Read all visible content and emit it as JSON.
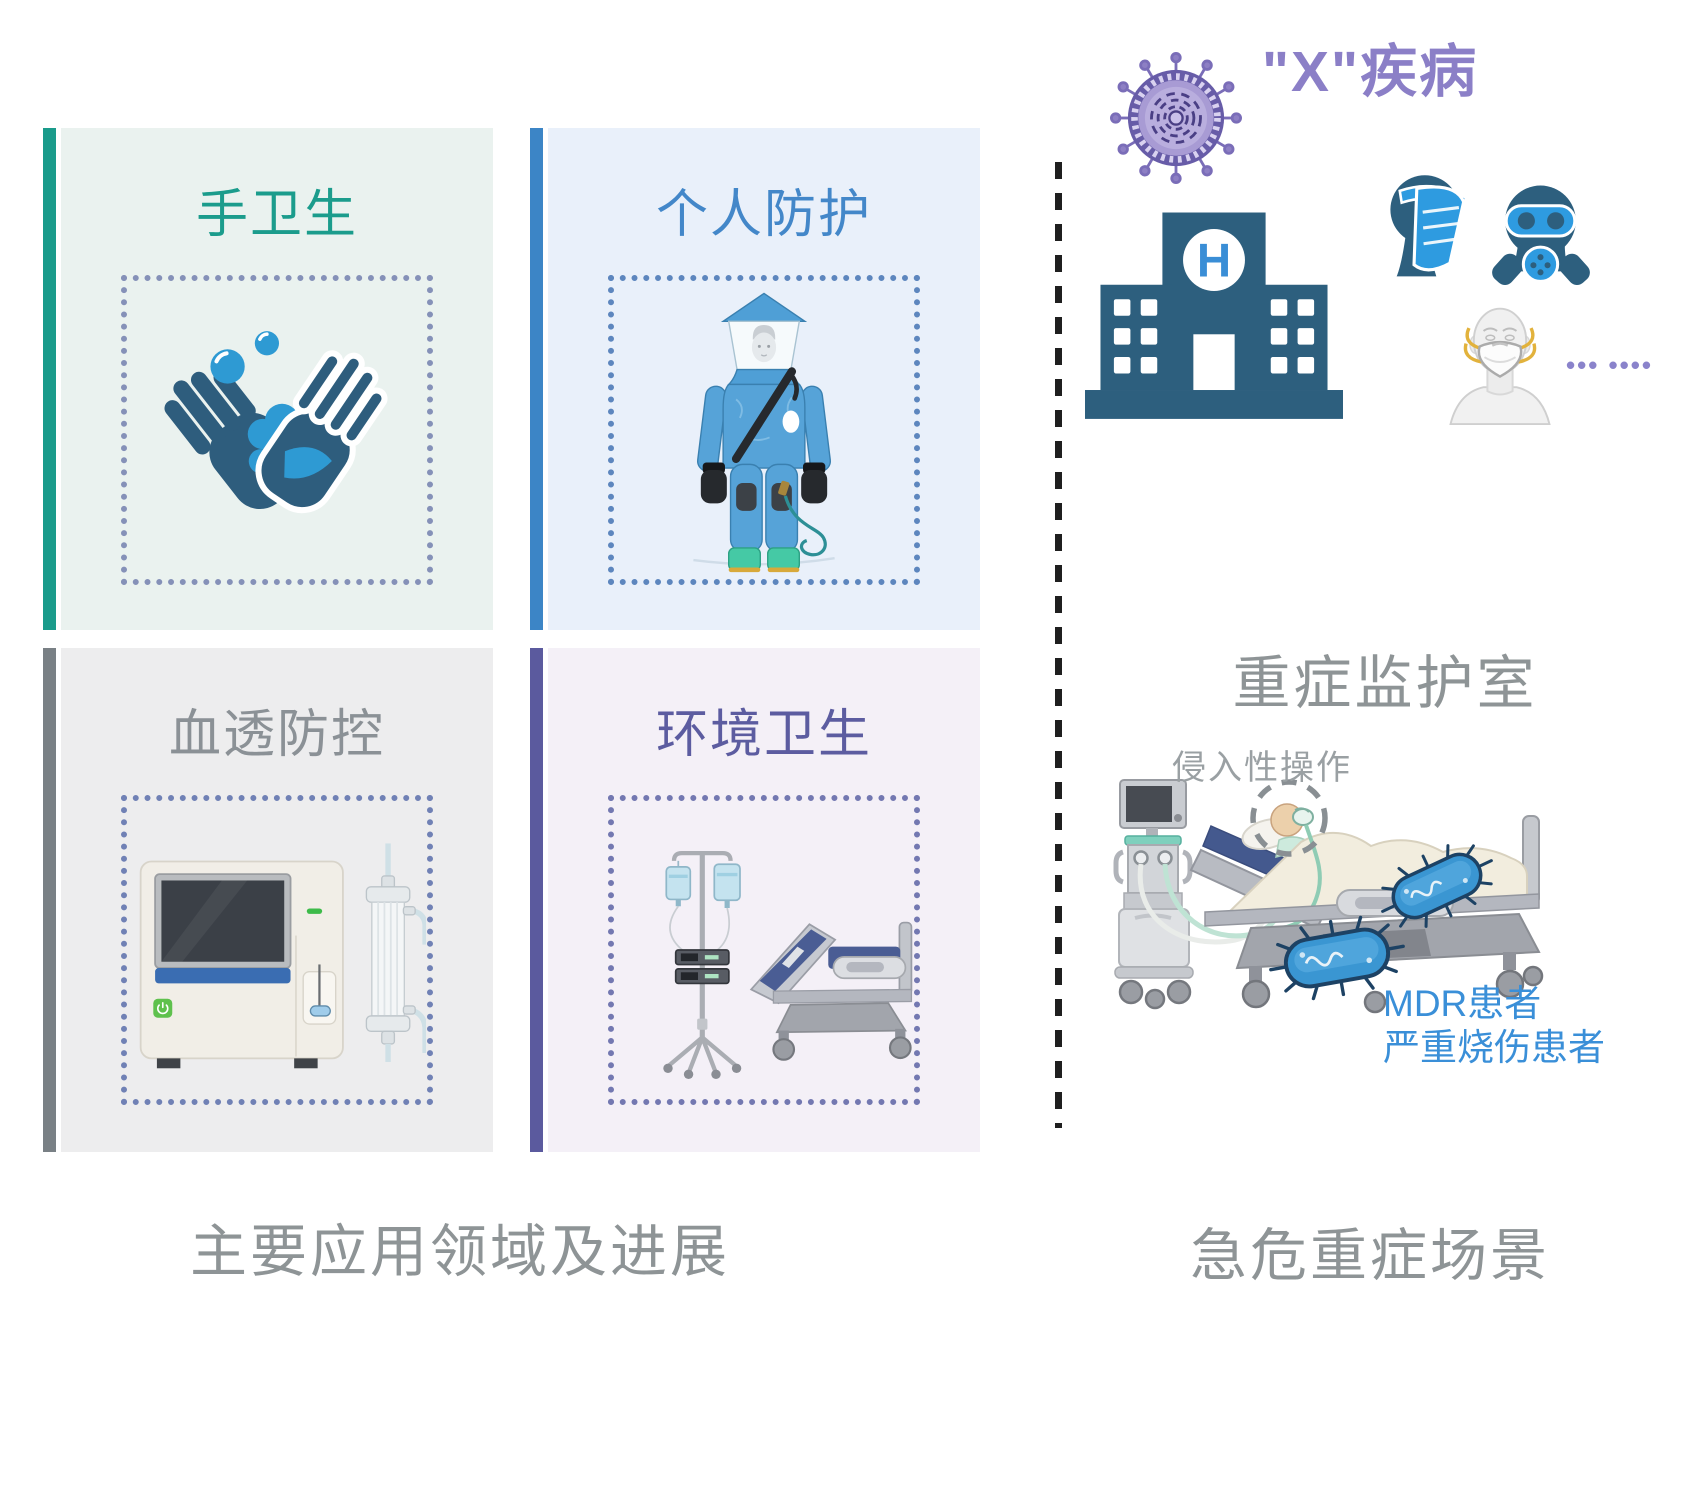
{
  "page": {
    "background": "#ffffff"
  },
  "left_section": {
    "caption": "主要应用领域及进展",
    "caption_color": "#8e9496",
    "cards": [
      {
        "label": "手卫生",
        "accent": "#1a9b8b",
        "bg": "#eaf2ef",
        "label_color": "#1b9c8c",
        "border": "#8591b8",
        "icon": "handwashing-icon"
      },
      {
        "label": "个人防护",
        "accent": "#3c85c6",
        "bg": "#e9f0fa",
        "label_color": "#4387c9",
        "border": "#5d86be",
        "icon": "ppe-suit-icon"
      },
      {
        "label": "血透防控",
        "accent": "#798085",
        "bg": "#ededee",
        "label_color": "#8b9196",
        "border": "#7081b5",
        "icon": "dialysis-machine-icon"
      },
      {
        "label": "环境卫生",
        "accent": "#5b5a9e",
        "bg": "#f4f0f7",
        "label_color": "#5c5ca0",
        "border": "#7378b1",
        "icon": "hospital-bed-icon"
      }
    ]
  },
  "divider": {
    "style": "vertical-dashed",
    "color": "#1f1f1f"
  },
  "right_section": {
    "disease_title": "\"X\"疾病",
    "disease_title_color": "#8b7fc7",
    "hospital_letter": "H",
    "ellipsis_dots": "••• ••••",
    "ellipsis_color": "#8a83cb",
    "icu_title": "重症监护室",
    "icu_title_color": "#8e9496",
    "invasive_label": "侵入性操作",
    "invasive_label_color": "#9aa0a3",
    "patient_label_line1": "MDR患者",
    "patient_label_line2": "严重烧伤患者",
    "patient_label_color": "#3a8fd8",
    "caption": "急危重症场景",
    "icons": [
      "virus-icon",
      "hospital-icon",
      "face-shield-icon",
      "gas-mask-icon",
      "n95-mask-icon",
      "ventilator-icon",
      "icu-bed-patient-icon",
      "bacteria-icon"
    ]
  }
}
